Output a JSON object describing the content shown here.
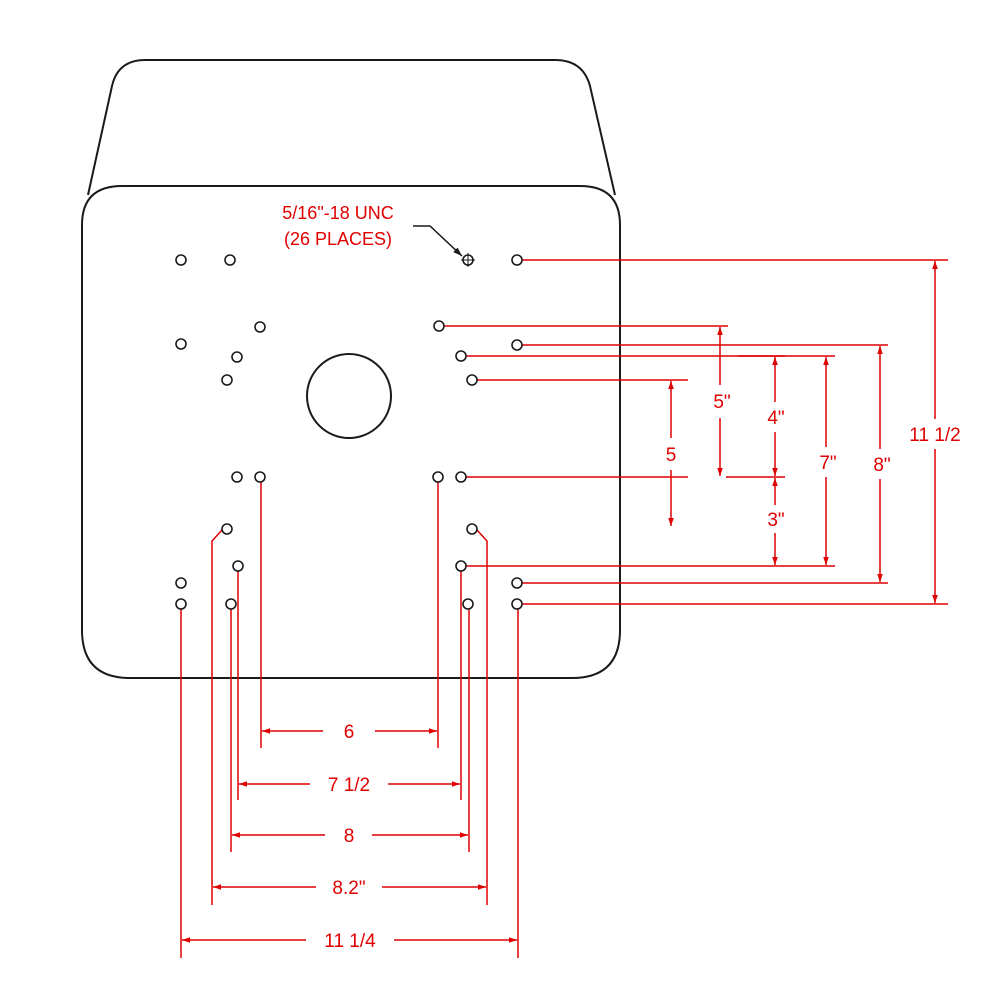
{
  "callout": {
    "line1": "5/16\"-18 UNC",
    "line2": "(26 PLACES)"
  },
  "colors": {
    "outline": "#1a1a1a",
    "dimension": "#e00000"
  },
  "dimensions": {
    "horizontal": {
      "d6": "6",
      "d7_5": "7 1/2",
      "d8": "8",
      "d8_2": "8.2\"",
      "d11_25": "11 1/4"
    },
    "vertical": {
      "d5": "5",
      "d5in": "5\"",
      "d4in": "4\"",
      "d3in": "3\"",
      "d7in": "7\"",
      "d8in": "8\"",
      "d11_5": "11 1/2"
    }
  }
}
